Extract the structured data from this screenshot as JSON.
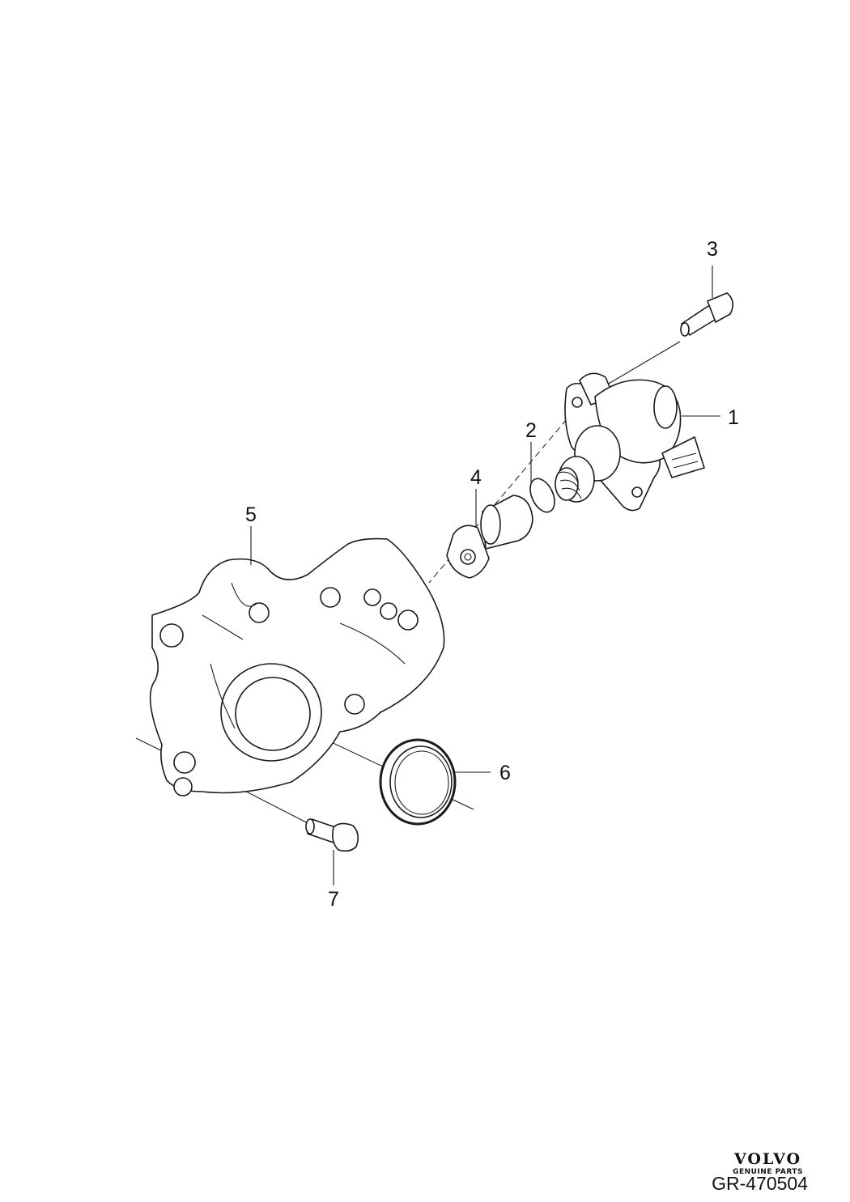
{
  "diagram": {
    "callouts": [
      "1",
      "2",
      "3",
      "4",
      "5",
      "6",
      "7"
    ]
  },
  "branding": {
    "logo_text": "VOLVO",
    "logo_subtitle": "GENUINE PARTS"
  },
  "reference": "GR-470504"
}
